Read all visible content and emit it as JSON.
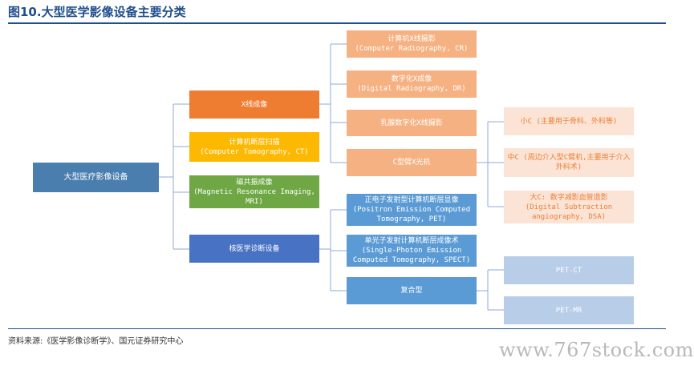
{
  "title": "图10.大型医学影像设备主要分类",
  "source": "资料来源:《医学影像诊断学》、国元证券研究中心",
  "watermark": "www.767stock.com",
  "colors": {
    "title": "#1f4e8c",
    "root": "#4a7eae",
    "xray": "#ee7d32",
    "ct": "#fdb802",
    "mri": "#6ea744",
    "nuclear": "#4872c4",
    "xray_sub": "#f5b182",
    "c_arm_sub": "#fbe4d6",
    "nuclear_sub": "#5b9bd5",
    "hybrid_sub": "#b8cde8",
    "connector": "#8faadc"
  },
  "root": {
    "label": "大型医疗影像设备"
  },
  "level1": {
    "xray": {
      "label": "X线成像"
    },
    "ct": {
      "line1": "计算机断层扫描",
      "line2": "(Computer Tomography, CT)"
    },
    "mri": {
      "line1": "磁共振成像",
      "line2": "(Magnetic  Resonance Imaging, MRI)"
    },
    "nuclear": {
      "label": "核医学诊断设备"
    }
  },
  "xray_children": {
    "cr": {
      "line1": "计算机X线摄影",
      "line2": "(Computer Radiography, CR)"
    },
    "dr": {
      "line1": "数字化X成像",
      "line2": "(Digital Radiography, DR)"
    },
    "mammo": {
      "label": "乳腺数字化X线摄影"
    },
    "carm": {
      "label": "C型臂X光机"
    }
  },
  "carm_children": {
    "small": {
      "label": "小C (主要用于骨科、外科等)"
    },
    "mid": {
      "label": "中C (周边介入型C臂机,主要用于介入外科术)"
    },
    "large": {
      "line1": "大C: 数字减影血管造影",
      "line2": "(Digital Subtraction angiography, DSA)"
    }
  },
  "nuclear_children": {
    "pet": {
      "line1": "正电子发射型计算机断层显像",
      "line2": "(Positron Emission Computed Tomography, PET)"
    },
    "spect": {
      "line1": "单光子发射计算机断层成像术",
      "line2": "(Single-Photon Emission Computed Tomography, SPECT)"
    },
    "hybrid": {
      "label": "复合型"
    }
  },
  "hybrid_children": {
    "petct": {
      "label": "PET-CT"
    },
    "petmr": {
      "label": "PET-MR"
    }
  }
}
